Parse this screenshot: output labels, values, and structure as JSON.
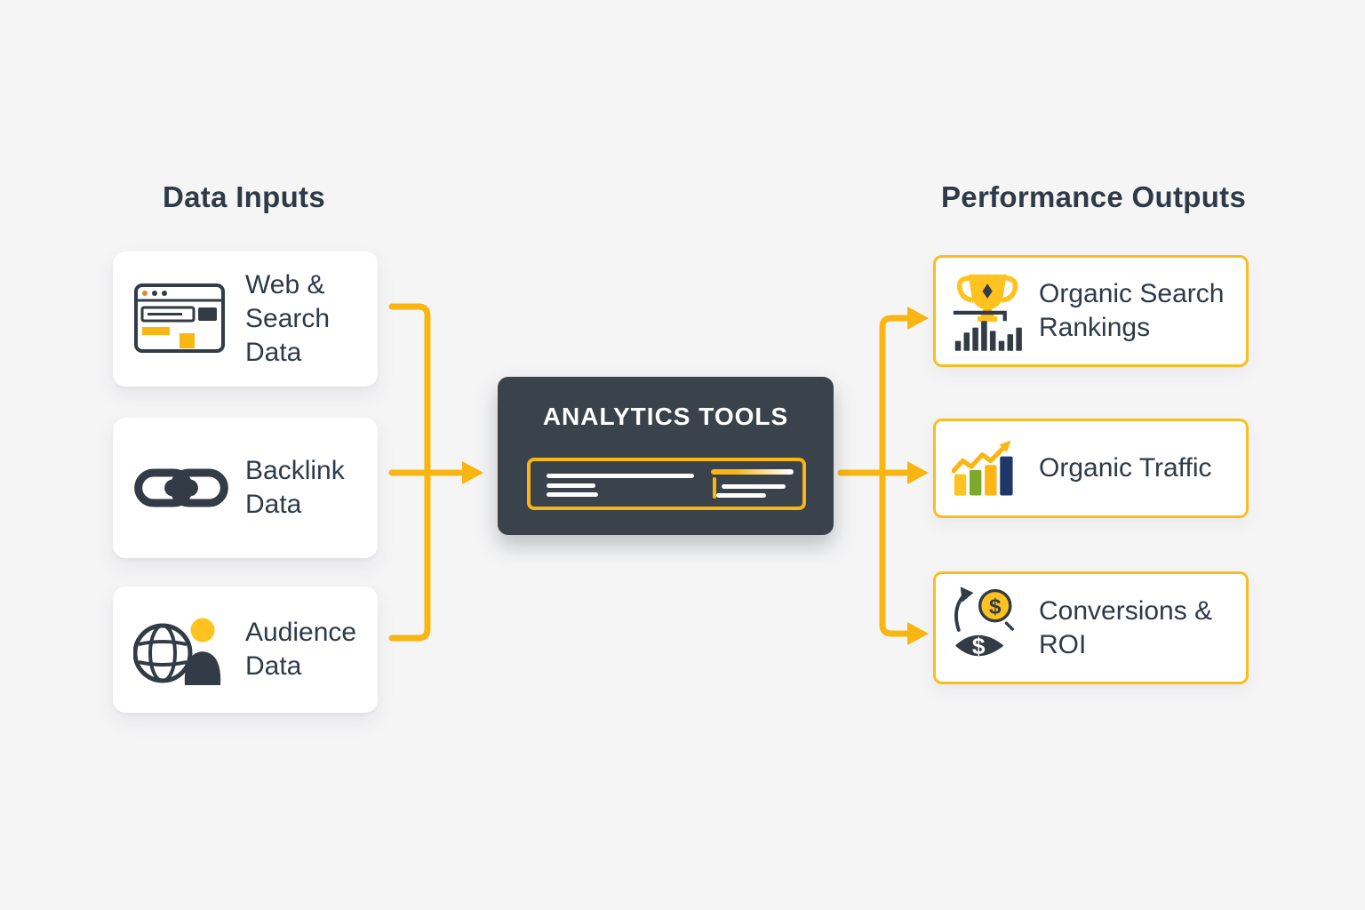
{
  "colors": {
    "background": "#F5F5F6",
    "accent": "#F9B613",
    "accent-border": "#F8BD20",
    "icon-yellow": "#FFC21E",
    "icon-dark": "#333B46",
    "dark": "#3A424C",
    "text": "#2E3A47",
    "bar-green": "#7CA82B",
    "bar-navy": "#1F3766",
    "bar-amber": "#FFB515"
  },
  "inputs": {
    "title": "Data Inputs",
    "cards": [
      {
        "label": "Web & Search Data",
        "icon": "browser-window-icon"
      },
      {
        "label": "Backlink Data",
        "icon": "chain-link-icon"
      },
      {
        "label": "Audience Data",
        "icon": "globe-user-icon"
      }
    ]
  },
  "center": {
    "title": "ANALYTICS TOOLS"
  },
  "outputs": {
    "title": "Performance Outputs",
    "cards": [
      {
        "label": "Organic Search Rankings",
        "icon": "trophy-bar-chart-icon"
      },
      {
        "label": "Organic Traffic",
        "icon": "growth-bar-chart-icon"
      },
      {
        "label": "Conversions & ROI",
        "icon": "money-conversion-icon"
      }
    ]
  },
  "glyphs": {
    "dollar": "$"
  }
}
